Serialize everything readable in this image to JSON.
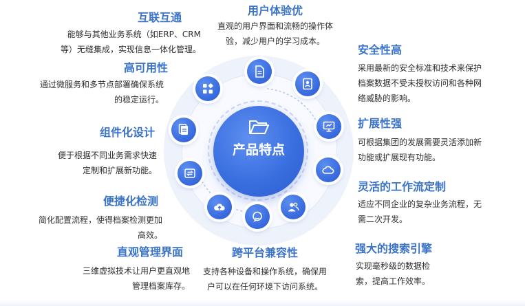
{
  "hub": {
    "title": "产品特点",
    "icon": "folder-open-icon"
  },
  "features": {
    "interconnect": {
      "title": "互联互通",
      "desc1": "能够与其他业务系统（如ERP、CRM",
      "desc2": "等）无缝集成，实现信息一体化管理。"
    },
    "ux": {
      "title": "用户体验优",
      "desc1": "直观的用户界面和流畅的操作体",
      "desc2": "验，减少用户的学习成本。"
    },
    "availability": {
      "title": "高可用性",
      "desc1": "通过微服务和多节点部署确保系统",
      "desc2": "的稳定运行。"
    },
    "security": {
      "title": "安全性高",
      "desc1": "采用最新的安全标准和技术来保护",
      "desc2": "档案数据不受未授权访问和各种网",
      "desc3": "络威胁的影响。"
    },
    "component": {
      "title": "组件化设计",
      "desc1": "便于根据不同业务需求快速",
      "desc2": "定制和扩展新功能。"
    },
    "extensibility": {
      "title": "扩展性强",
      "desc1": "可根据集团的发展需要灵活添加新",
      "desc2": "功能或扩展现有功能。"
    },
    "workflow": {
      "title": "灵活的工作流定制",
      "desc1": "适应不同企业的复杂业务流程，无",
      "desc2": "需二次开发。"
    },
    "detection": {
      "title": "便捷化检测",
      "desc1": "简化配置流程，使得档案检测更加",
      "desc2": "高效。"
    },
    "visual": {
      "title": "直观管理界面",
      "desc1": "三维虚拟技术让用户更直观地",
      "desc2": "管理档案库存。"
    },
    "crossplatform": {
      "title": "跨平台兼容性",
      "desc1": "支持各种设备和操作系统，确保用",
      "desc2": "户可以在任何环境下访问系统。"
    },
    "search": {
      "title": "强大的搜索引擎",
      "desc1": "实现毫秒级的数据检",
      "desc2": "索，提高工作效率。"
    }
  },
  "icons": [
    "document-icon",
    "contact-book-icon",
    "monitor-icon",
    "cloud-icon",
    "users-icon",
    "chat-icon",
    "cloud-upload-icon",
    "sync-icon",
    "file-copy-icon",
    "apps-grid-icon"
  ],
  "colors": {
    "accent": "#3a73c8",
    "node": "#3768dd",
    "hub": "#3a6fe0",
    "ring": "#eef2fb",
    "text": "#2f2f2f"
  }
}
